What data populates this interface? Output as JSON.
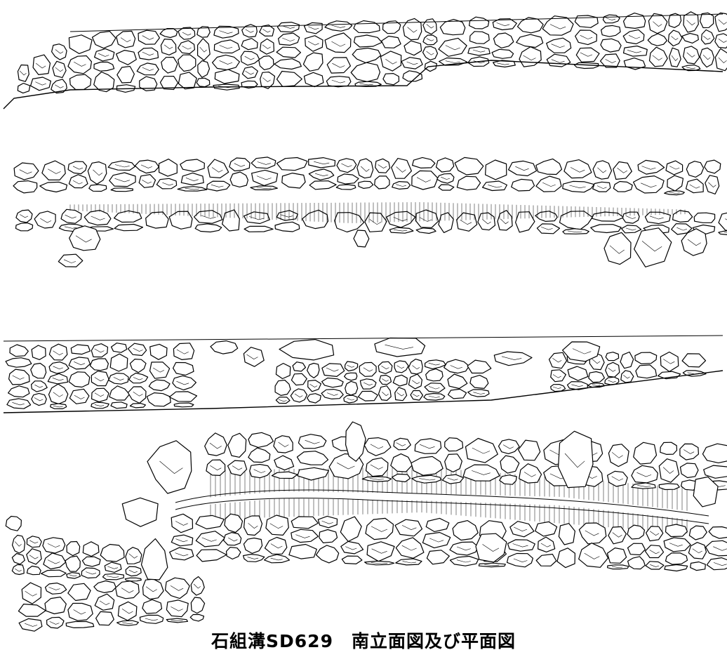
{
  "figure": {
    "caption": "石組溝SD629　南立面図及び平面図",
    "panels": [
      {
        "name": "upper-elevation",
        "kind": "elevation"
      },
      {
        "name": "upper-plan",
        "kind": "plan"
      },
      {
        "name": "lower-elevation",
        "kind": "elevation"
      },
      {
        "name": "lower-plan",
        "kind": "plan"
      }
    ]
  }
}
